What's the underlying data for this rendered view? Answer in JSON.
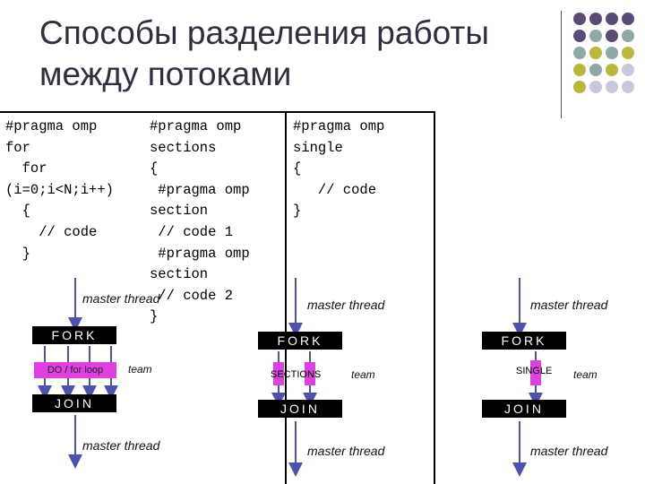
{
  "slide": {
    "title_line1": "Способы разделения работы",
    "title_line2": "между потоками"
  },
  "col1": {
    "code": "#pragma omp\nfor\n  for\n(i=0;i<N;i++)\n  {\n    // code\n  }",
    "master_top": "master thread",
    "fork": "FORK",
    "work": "DO / for loop",
    "team": "team",
    "join": "JOIN",
    "master_bottom": "master thread"
  },
  "col2": {
    "code": "#pragma omp\nsections\n{\n #pragma omp\nsection\n // code 1\n #pragma omp\nsection\n // code 2\n}",
    "master_top": "master thread",
    "fork": "FORK",
    "work": "SECTIONS",
    "team": "team",
    "join": "JOIN",
    "master_bottom": "master thread"
  },
  "col3": {
    "code": "#pragma omp\nsingle\n{\n   // code\n}",
    "master_top": "master thread",
    "fork": "FORK",
    "work": "SINGLE",
    "team": "team",
    "join": "JOIN",
    "master_bottom": "master thread"
  },
  "colors": {
    "arrow": "#5050b0",
    "work_box": "#e040e0",
    "dot_purple": "#5a4a7a",
    "dot_teal": "#8fa7a5",
    "dot_olive": "#b8b83a",
    "dot_lavender": "#c8c8dc"
  }
}
